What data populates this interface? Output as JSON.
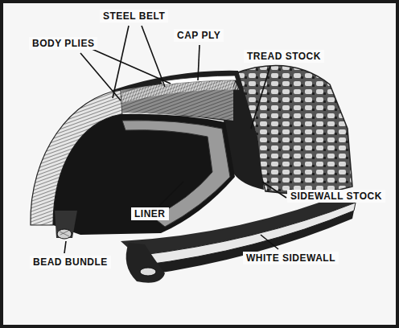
{
  "diagram": {
    "labels": [
      "STEEL BELT",
      "CAP PLY",
      "TREAD STOCK",
      "BODY PLIES",
      "SIDEWALL STOCK",
      "LINER",
      "BEAD BUNDLE",
      "WHITE SIDEWALL"
    ]
  }
}
